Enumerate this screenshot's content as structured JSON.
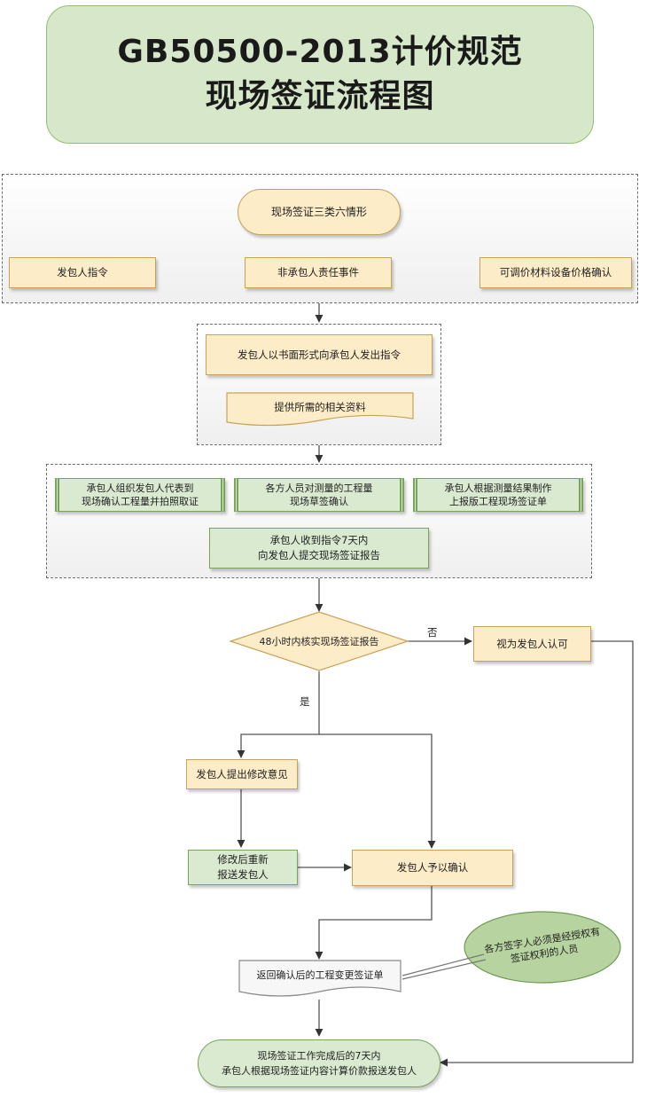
{
  "title": {
    "line1": "GB50500-2013计价规范",
    "line2": "现场签证流程图"
  },
  "nodes": {
    "start": "现场签证三类六情形",
    "case1": "发包人指令",
    "case2": "非承包人责任事件",
    "case3": "可调价材料设备价格确认",
    "written_instruction": "发包人以书面形式向承包人发出指令",
    "provide_docs": "提供所需的相关资料",
    "step_a1": "承包人组织发包人代表到",
    "step_a2": "现场确认工程量并拍照取证",
    "step_b1": "各方人员对测量的工程量",
    "step_b2": "现场草签确认",
    "step_c1": "承包人根据测量结果制作",
    "step_c2": "上报版工程现场签证单",
    "report1": "承包人收到指令7天内",
    "report2": "向发包人提交现场签证报告",
    "decision": "48小时内核实现场签证报告",
    "deemed": "视为发包人认可",
    "propose": "发包人提出修改意见",
    "resubmit1": "修改后重新",
    "resubmit2": "报送发包人",
    "confirm": "发包人予以确认",
    "returned": "返回确认后的工程变更签证单",
    "end1": "现场签证工作完成后的7天内",
    "end2": "承包人根据现场签证内容计算价款报送发包人"
  },
  "labels": {
    "no": "否",
    "yes": "是"
  },
  "callout": {
    "line1": "各方签字人必须是经授权有",
    "line2": "签证权利的人员"
  },
  "colors": {
    "title_fill": "#d6e8c9",
    "orange_fill": "#fdecc8",
    "green_fill": "#d9ead0",
    "line": "#555555"
  }
}
